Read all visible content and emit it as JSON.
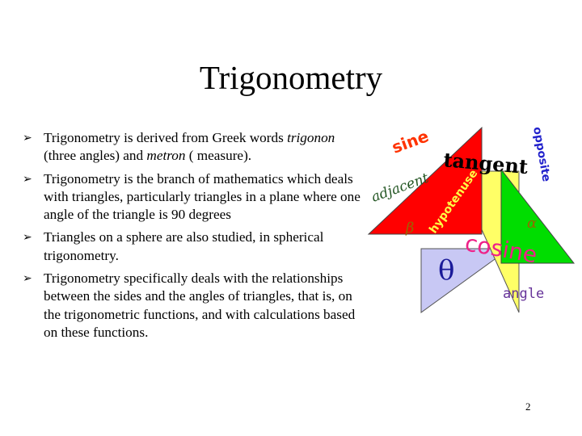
{
  "slide": {
    "title": "Trigonometry",
    "page_number": "2",
    "bullets": [
      {
        "parts": [
          {
            "text": "Trigonometry is derived from Greek words ",
            "italic": false
          },
          {
            "text": "trigonon",
            "italic": true
          },
          {
            "text": " (three angles) and ",
            "italic": false
          },
          {
            "text": "metron",
            "italic": true
          },
          {
            "text": " ( measure).",
            "italic": false
          }
        ]
      },
      {
        "parts": [
          {
            "text": "Trigonometry is the branch of mathematics which deals with triangles, particularly triangles in a plane where one angle of the triangle is 90 degrees",
            "italic": false
          }
        ]
      },
      {
        "parts": [
          {
            "text": "Triangles on a sphere are also studied, in spherical trigonometry.",
            "italic": false
          }
        ]
      },
      {
        "parts": [
          {
            "text": "Trigonometry specifically deals with the relationships between the sides and the angles of triangles, that is, on the trigonometric functions, and with calculations based on these functions.",
            "italic": false
          }
        ]
      }
    ],
    "bullet_icon": "arrow-bullet-icon",
    "figure": {
      "labels": {
        "sine": "sine",
        "tangent": "tangent",
        "opposite": "opposite",
        "adjacent": "adjacent",
        "hypotenuse": "hypotenuse",
        "cosine": "cosine",
        "angle": "angle",
        "theta": "θ",
        "alpha": "α",
        "beta": "β"
      },
      "colors": {
        "red": "#ff0000",
        "yellow": "#ffff66",
        "green": "#00dd00",
        "lavender": "#c8c8f4",
        "sine": "#ff3300",
        "opposite": "#2222cc",
        "adjacent": "#225522",
        "cosine": "#ee2288",
        "angle": "#663399",
        "theta": "#1a1a99"
      }
    }
  }
}
